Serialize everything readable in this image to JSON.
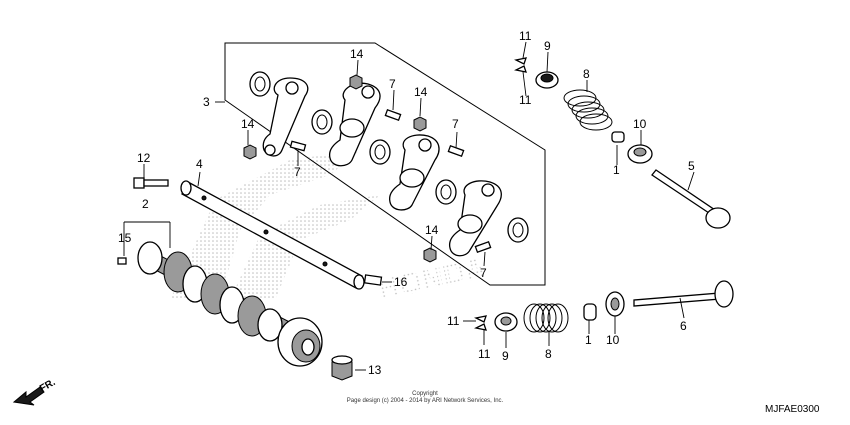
{
  "callouts": {
    "c1_top": "1",
    "c1_bottom": "1",
    "c2": "2",
    "c3": "3",
    "c4": "4",
    "c5": "5",
    "c6": "6",
    "c7_a": "7",
    "c7_b": "7",
    "c7_c": "7",
    "c7_d": "7",
    "c8_top": "8",
    "c8_bottom": "8",
    "c9_top": "9",
    "c9_bottom": "9",
    "c10_top": "10",
    "c10_bottom": "10",
    "c11_a": "11",
    "c11_b": "11",
    "c11_c": "11",
    "c11_d": "11",
    "c12": "12",
    "c13": "13",
    "c14_a": "14",
    "c14_b": "14",
    "c14_c": "14",
    "c14_d": "14",
    "c15": "15",
    "c16": "16"
  },
  "copyright": {
    "line1": "Copyright",
    "line2": "Page design (c) 2004 - 2014 by ARI Network Services, Inc."
  },
  "front_arrow_label": "FR.",
  "diagram_ref": "MJFAE0300",
  "watermark_text": "HONDA",
  "colors": {
    "ink": "#000000",
    "watermark": "#c8c8c8",
    "background": "#ffffff"
  }
}
